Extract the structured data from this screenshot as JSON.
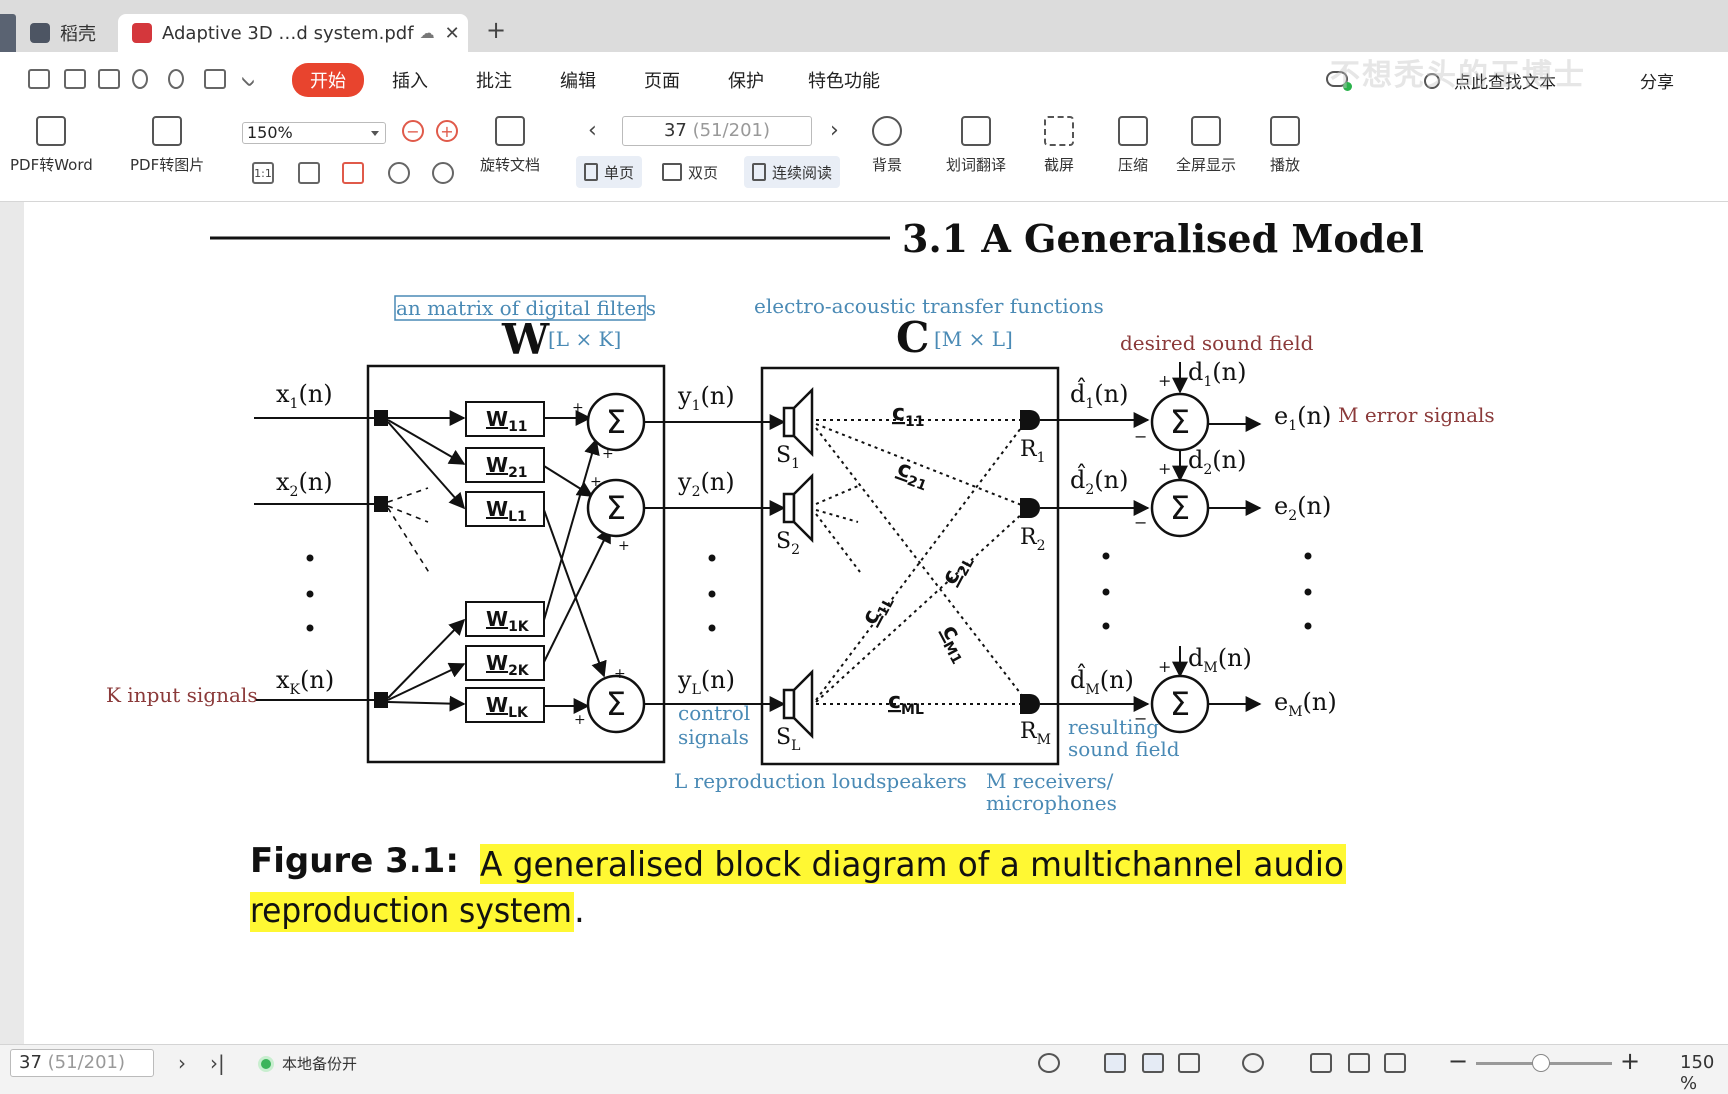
{
  "tabs": {
    "home": "稻壳",
    "active": "Adaptive 3D …d system.pdf",
    "new": "+"
  },
  "menu": {
    "items": [
      "开始",
      "插入",
      "批注",
      "编辑",
      "页面",
      "保护",
      "特色功能"
    ],
    "search_placeholder": "点此查找文本",
    "share": "分享",
    "watermark": "不想秃头的王博士"
  },
  "toolbar": {
    "pdf_to_word": "PDF转Word",
    "pdf_to_image": "PDF转图片",
    "zoom": "150%",
    "zoom_out": "−",
    "zoom_in": "+",
    "actual_size": "1:1",
    "rotate": "旋转文档",
    "page_current": "37",
    "page_total": "(51/201)",
    "prev": "‹",
    "next": "›",
    "single": "单页",
    "double": "双页",
    "continuous": "连续阅读",
    "background": "背景",
    "translate": "划词翻译",
    "screenshot": "截屏",
    "compress": "压缩",
    "fullscreen": "全屏显示",
    "play": "播放"
  },
  "document": {
    "section_title": "3.1 A Generalised Model",
    "annotations": {
      "matrix": "an matrix of digital filters",
      "eatf": "electro-acoustic transfer functions",
      "w_dim": "[L × K]",
      "c_dim": "[M × L]",
      "desired": "desired sound field",
      "error": "M error signals",
      "k_input": "K input signals",
      "control1": "control",
      "control2": "signals",
      "loudspeakers": "L reproduction loudspeakers",
      "receivers1": "M receivers/",
      "receivers2": "microphones",
      "resulting1": "resulting",
      "resulting2": "sound field"
    },
    "diagram": {
      "W": "W",
      "C": "C",
      "inputs": [
        "x",
        "x",
        "x"
      ],
      "input_sub": [
        "1",
        "2",
        "K"
      ],
      "filters": [
        [
          "W",
          "11"
        ],
        [
          "W",
          "21"
        ],
        [
          "W",
          "L1"
        ],
        [
          "W",
          "1K"
        ],
        [
          "W",
          "2K"
        ],
        [
          "W",
          "LK"
        ]
      ],
      "y_sub": [
        "1",
        "2",
        "L"
      ],
      "speakers": [
        [
          "S",
          "1"
        ],
        [
          "S",
          "2"
        ],
        [
          "S",
          "L"
        ]
      ],
      "receivers": [
        [
          "R",
          "1"
        ],
        [
          "R",
          "2"
        ],
        [
          "R",
          "M"
        ]
      ],
      "paths": [
        [
          "c",
          "11"
        ],
        [
          "c",
          "21"
        ],
        [
          "c",
          "2L"
        ],
        [
          "c",
          "1L"
        ],
        [
          "c",
          "M1"
        ],
        [
          "c",
          "ML"
        ]
      ],
      "d_sub": [
        "1",
        "2",
        "M"
      ],
      "e_sub": [
        "1",
        "2",
        "M"
      ],
      "sigma": "Σ",
      "n": "(n)"
    },
    "caption_label": "Figure 3.1:",
    "caption_line1": "A generalised block diagram of a multichannel audio",
    "caption_line2": "reproduction system",
    "caption_end": "."
  },
  "status": {
    "page_current": "37",
    "page_total": "(51/201)",
    "backup": "本地备份开",
    "zoom": "150 %",
    "minus": "−",
    "plus": "+"
  },
  "colors": {
    "accent": "#e8442e",
    "annotation_blue": "#4a8ab5",
    "annotation_red": "#8b3a3a",
    "highlight": "#fff833"
  }
}
